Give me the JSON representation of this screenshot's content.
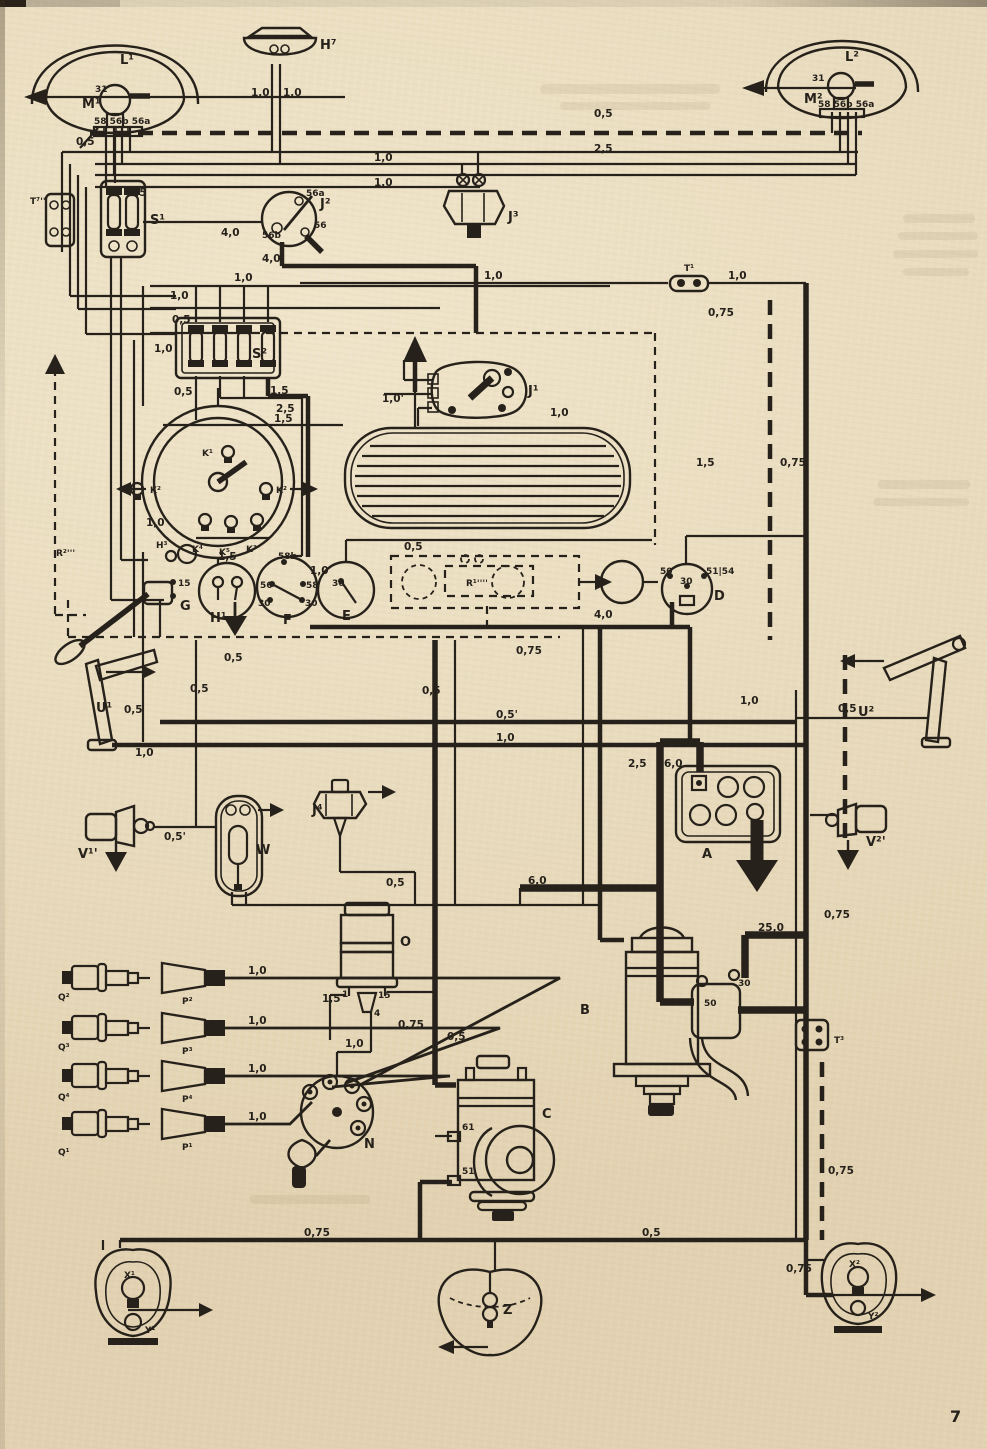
{
  "page": {
    "number": "7"
  },
  "palette": {
    "paper": "#e9dcc0",
    "ink": "#26211a"
  },
  "labels": {
    "l1": "L¹",
    "m1": "M¹",
    "l2": "L²",
    "m2": "M²",
    "h7": "H⁷",
    "t7": "T⁷''",
    "s1": "S¹",
    "s2": "S²",
    "j1": "J¹",
    "j2": "J²",
    "j3": "J³",
    "j4": "J⁴",
    "t1": "T¹",
    "t3": "T³",
    "k1": "K¹",
    "k2": "K²",
    "k3": "K³",
    "k4": "K⁴",
    "k5": "K⁵",
    "h3": "H³",
    "h1": "H¹",
    "g": "G",
    "f": "F",
    "e": "E",
    "d": "D",
    "r1": "R¹''''",
    "r2": "R²'''",
    "a": "A",
    "o": "O",
    "b": "B",
    "c": "C",
    "n": "N",
    "w": "W",
    "u1": "U¹",
    "u2": "U²",
    "v1": "V¹'",
    "v2": "V²'",
    "p1": "P¹",
    "p2": "P²",
    "p3": "P³",
    "p4": "P⁴",
    "q1": "Q¹",
    "q2": "Q²",
    "q3": "Q³",
    "q4": "Q⁴",
    "x1": "X¹",
    "y1": "Y¹",
    "x2": "X²",
    "y2": "Y²",
    "z": "Z"
  },
  "terminals": {
    "t31": "31",
    "strip": "58 56b 56a",
    "t56a": "56a",
    "t56": "56",
    "t56b": "56b",
    "t58b": "58b",
    "t58": "58",
    "t30": "30",
    "t50": "50",
    "t51_54": "51|54",
    "t15": "15",
    "t61": "61",
    "t51": "51",
    "t1": "1",
    "t4": "4"
  },
  "gauges": {
    "g05": "0,5",
    "g05p": "0,5'",
    "g075": "0,75",
    "g10": "1,0",
    "g10p": "1,0'",
    "g15": "1,5",
    "g25": "2,5",
    "g40": "4,0",
    "g60": "6,0",
    "g250": "25,0"
  }
}
